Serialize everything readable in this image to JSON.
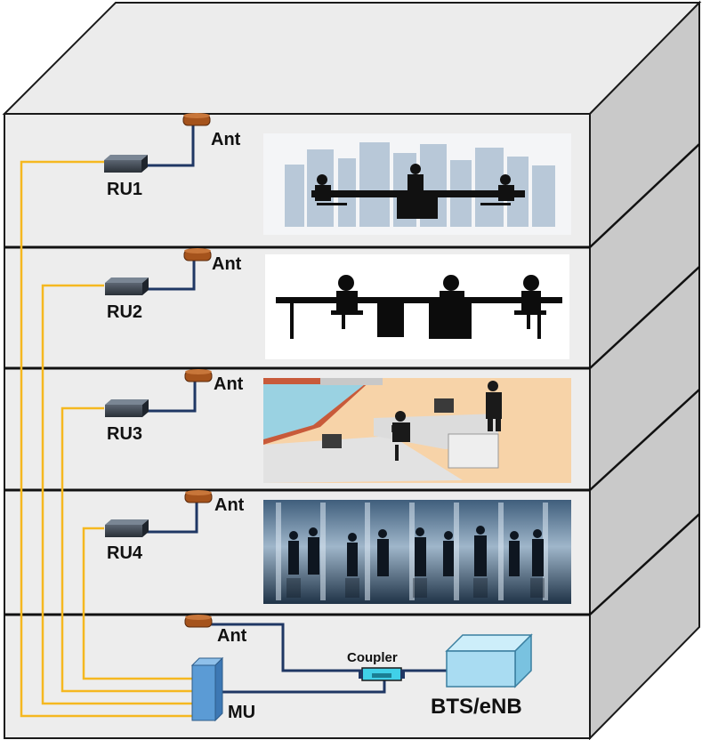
{
  "building": {
    "colors": {
      "front": "#ededed",
      "top": "#ececec",
      "side": "#c9c9c9",
      "outline": "#1a1a1a"
    }
  },
  "floors": [
    {
      "ru_label": "RU1",
      "ant_label": "Ant",
      "scene": "meeting-room"
    },
    {
      "ru_label": "RU2",
      "ant_label": "Ant",
      "scene": "office-desks"
    },
    {
      "ru_label": "RU3",
      "ant_label": "Ant",
      "scene": "open-office"
    },
    {
      "ru_label": "RU4",
      "ant_label": "Ant",
      "scene": "commuters"
    }
  ],
  "ground": {
    "ant_label": "Ant",
    "coupler_label": "Coupler",
    "mu_label": "MU",
    "bts_label": "BTS/eNB"
  },
  "colors": {
    "fiber": "#f5b820",
    "coax": "#1f3764",
    "antenna": "#a5531c",
    "mu": "#5b9bd5",
    "bts": "#a9dcf2",
    "coupler": "#40d0e8"
  }
}
